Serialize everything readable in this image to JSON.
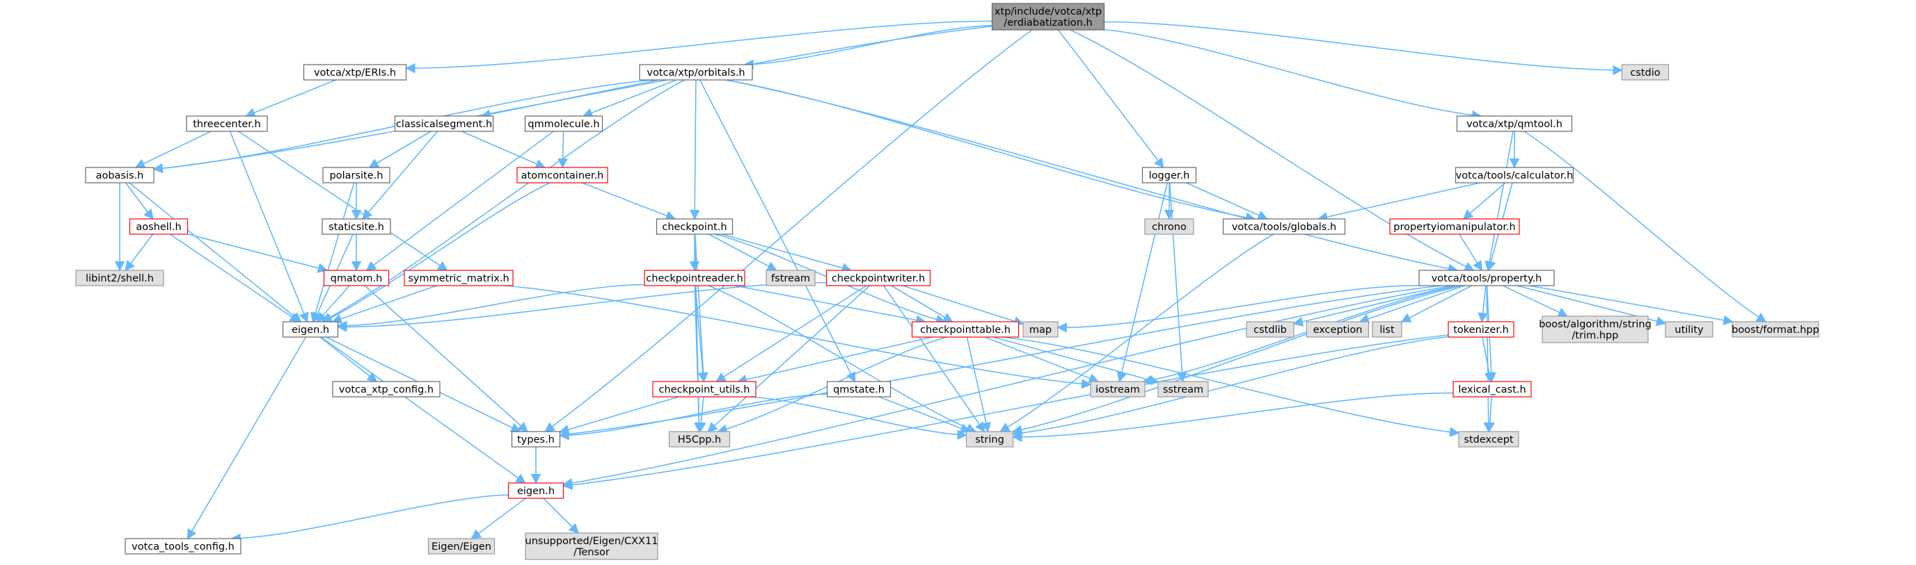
{
  "colors": {
    "edge": "#63b8ff",
    "root_fill": "#999999",
    "header_fill": "#ffffff",
    "header_border": "#666666",
    "truncated_border": "#ff0000",
    "system_fill": "#e0e0e0",
    "system_border": "#999999"
  },
  "nodes": [
    {
      "id": "root",
      "lines": [
        "xtp/include/votca/xtp",
        "/erdiabatization.h"
      ],
      "style": "root"
    },
    {
      "id": "eris",
      "lines": [
        "votca/xtp/ERIs.h"
      ],
      "style": "header"
    },
    {
      "id": "orbitals",
      "lines": [
        "votca/xtp/orbitals.h"
      ],
      "style": "header"
    },
    {
      "id": "cstdio",
      "lines": [
        "cstdio"
      ],
      "style": "system"
    },
    {
      "id": "qmtool",
      "lines": [
        "votca/xtp/qmtool.h"
      ],
      "style": "header"
    },
    {
      "id": "threecenter",
      "lines": [
        "threecenter.h"
      ],
      "style": "header"
    },
    {
      "id": "classicalsegment",
      "lines": [
        "classicalsegment.h"
      ],
      "style": "header"
    },
    {
      "id": "qmmolecule",
      "lines": [
        "qmmolecule.h"
      ],
      "style": "header"
    },
    {
      "id": "aobasis",
      "lines": [
        "aobasis.h"
      ],
      "style": "header"
    },
    {
      "id": "polarsite",
      "lines": [
        "polarsite.h"
      ],
      "style": "header"
    },
    {
      "id": "atomcontainer",
      "lines": [
        "atomcontainer.h"
      ],
      "style": "truncated"
    },
    {
      "id": "logger",
      "lines": [
        "logger.h"
      ],
      "style": "header"
    },
    {
      "id": "calculator",
      "lines": [
        "votca/tools/calculator.h"
      ],
      "style": "header"
    },
    {
      "id": "aoshell",
      "lines": [
        "aoshell.h"
      ],
      "style": "truncated"
    },
    {
      "id": "staticsite",
      "lines": [
        "staticsite.h"
      ],
      "style": "header"
    },
    {
      "id": "checkpoint",
      "lines": [
        "checkpoint.h"
      ],
      "style": "header"
    },
    {
      "id": "chrono",
      "lines": [
        "chrono"
      ],
      "style": "system"
    },
    {
      "id": "globals",
      "lines": [
        "votca/tools/globals.h"
      ],
      "style": "header"
    },
    {
      "id": "propertyiomanipulator",
      "lines": [
        "propertyiomanipulator.h"
      ],
      "style": "truncated"
    },
    {
      "id": "libint2shell",
      "lines": [
        "libint2/shell.h"
      ],
      "style": "system"
    },
    {
      "id": "qmatom",
      "lines": [
        "qmatom.h"
      ],
      "style": "truncated"
    },
    {
      "id": "symmetricmatrix",
      "lines": [
        "symmetric_matrix.h"
      ],
      "style": "truncated"
    },
    {
      "id": "checkpointreader",
      "lines": [
        "checkpointreader.h"
      ],
      "style": "truncated"
    },
    {
      "id": "fstream",
      "lines": [
        "fstream"
      ],
      "style": "system"
    },
    {
      "id": "checkpointwriter",
      "lines": [
        "checkpointwriter.h"
      ],
      "style": "truncated"
    },
    {
      "id": "property",
      "lines": [
        "votca/tools/property.h"
      ],
      "style": "header"
    },
    {
      "id": "eigenxtp",
      "lines": [
        "eigen.h"
      ],
      "style": "header"
    },
    {
      "id": "map",
      "lines": [
        "map"
      ],
      "style": "system"
    },
    {
      "id": "checkpointtable",
      "lines": [
        "checkpointtable.h"
      ],
      "style": "truncated"
    },
    {
      "id": "cstdlib",
      "lines": [
        "cstdlib"
      ],
      "style": "system"
    },
    {
      "id": "exception",
      "lines": [
        "exception"
      ],
      "style": "system"
    },
    {
      "id": "list",
      "lines": [
        "list"
      ],
      "style": "system"
    },
    {
      "id": "tokenizer",
      "lines": [
        "tokenizer.h"
      ],
      "style": "truncated"
    },
    {
      "id": "boosttrim",
      "lines": [
        "boost/algorithm/string",
        "/trim.hpp"
      ],
      "style": "system"
    },
    {
      "id": "utility",
      "lines": [
        "utility"
      ],
      "style": "system"
    },
    {
      "id": "boostformat",
      "lines": [
        "boost/format.hpp"
      ],
      "style": "system"
    },
    {
      "id": "xtpconfig",
      "lines": [
        "votca_xtp_config.h"
      ],
      "style": "header"
    },
    {
      "id": "checkpointutils",
      "lines": [
        "checkpoint_utils.h"
      ],
      "style": "truncated"
    },
    {
      "id": "qmstate",
      "lines": [
        "qmstate.h"
      ],
      "style": "header"
    },
    {
      "id": "iostream",
      "lines": [
        "iostream"
      ],
      "style": "system"
    },
    {
      "id": "sstream",
      "lines": [
        "sstream"
      ],
      "style": "system"
    },
    {
      "id": "lexicalcast",
      "lines": [
        "lexical_cast.h"
      ],
      "style": "truncated"
    },
    {
      "id": "types",
      "lines": [
        "types.h"
      ],
      "style": "header"
    },
    {
      "id": "h5cpp",
      "lines": [
        "H5Cpp.h"
      ],
      "style": "system"
    },
    {
      "id": "string",
      "lines": [
        "string"
      ],
      "style": "system"
    },
    {
      "id": "stdexcept",
      "lines": [
        "stdexcept"
      ],
      "style": "system"
    },
    {
      "id": "eigentools",
      "lines": [
        "eigen.h"
      ],
      "style": "truncated"
    },
    {
      "id": "toolsconfig",
      "lines": [
        "votca_tools_config.h"
      ],
      "style": "header"
    },
    {
      "id": "eigeneigen",
      "lines": [
        "Eigen/Eigen"
      ],
      "style": "system"
    },
    {
      "id": "eigentensor",
      "lines": [
        "unsupported/Eigen/CXX11",
        "/Tensor"
      ],
      "style": "system"
    }
  ],
  "edges": [
    [
      "root",
      "eris"
    ],
    [
      "root",
      "orbitals"
    ],
    [
      "root",
      "cstdio"
    ],
    [
      "root",
      "qmtool"
    ],
    [
      "root",
      "logger"
    ],
    [
      "root",
      "aobasis"
    ],
    [
      "root",
      "types"
    ],
    [
      "root",
      "property"
    ],
    [
      "eris",
      "threecenter"
    ],
    [
      "threecenter",
      "aobasis"
    ],
    [
      "threecenter",
      "eigenxtp"
    ],
    [
      "threecenter",
      "symmetricmatrix"
    ],
    [
      "orbitals",
      "classicalsegment"
    ],
    [
      "orbitals",
      "qmmolecule"
    ],
    [
      "orbitals",
      "aobasis"
    ],
    [
      "orbitals",
      "checkpoint"
    ],
    [
      "orbitals",
      "eigenxtp"
    ],
    [
      "orbitals",
      "qmstate"
    ],
    [
      "orbitals",
      "globals"
    ],
    [
      "orbitals",
      "property"
    ],
    [
      "classicalsegment",
      "polarsite"
    ],
    [
      "classicalsegment",
      "atomcontainer"
    ],
    [
      "classicalsegment",
      "staticsite"
    ],
    [
      "qmmolecule",
      "atomcontainer"
    ],
    [
      "qmmolecule",
      "qmatom"
    ],
    [
      "aobasis",
      "aoshell"
    ],
    [
      "aobasis",
      "libint2shell"
    ],
    [
      "aobasis",
      "eigenxtp"
    ],
    [
      "aoshell",
      "libint2shell"
    ],
    [
      "aoshell",
      "qmatom"
    ],
    [
      "aoshell",
      "eigenxtp"
    ],
    [
      "polarsite",
      "staticsite"
    ],
    [
      "polarsite",
      "eigenxtp"
    ],
    [
      "staticsite",
      "qmatom"
    ],
    [
      "staticsite",
      "eigenxtp"
    ],
    [
      "atomcontainer",
      "checkpoint"
    ],
    [
      "atomcontainer",
      "eigenxtp"
    ],
    [
      "qmatom",
      "eigenxtp"
    ],
    [
      "qmatom",
      "types"
    ],
    [
      "symmetricmatrix",
      "eigenxtp"
    ],
    [
      "symmetricmatrix",
      "iostream"
    ],
    [
      "checkpoint",
      "checkpointreader"
    ],
    [
      "checkpoint",
      "fstream"
    ],
    [
      "checkpoint",
      "checkpointwriter"
    ],
    [
      "checkpoint",
      "checkpointtable"
    ],
    [
      "checkpoint",
      "checkpointutils"
    ],
    [
      "checkpoint",
      "h5cpp"
    ],
    [
      "checkpointreader",
      "eigenxtp"
    ],
    [
      "checkpointreader",
      "checkpointtable"
    ],
    [
      "checkpointreader",
      "checkpointutils"
    ],
    [
      "checkpointreader",
      "h5cpp"
    ],
    [
      "checkpointreader",
      "string"
    ],
    [
      "checkpointwriter",
      "map"
    ],
    [
      "checkpointwriter",
      "checkpointtable"
    ],
    [
      "checkpointwriter",
      "checkpointutils"
    ],
    [
      "checkpointwriter",
      "h5cpp"
    ],
    [
      "checkpointwriter",
      "string"
    ],
    [
      "checkpointwriter",
      "eigenxtp"
    ],
    [
      "checkpointtable",
      "checkpointutils"
    ],
    [
      "checkpointtable",
      "iostream"
    ],
    [
      "checkpointtable",
      "sstream"
    ],
    [
      "checkpointtable",
      "h5cpp"
    ],
    [
      "checkpointtable",
      "string"
    ],
    [
      "checkpointtable",
      "stdexcept"
    ],
    [
      "checkpointutils",
      "h5cpp"
    ],
    [
      "checkpointutils",
      "string"
    ],
    [
      "checkpointutils",
      "types"
    ],
    [
      "qmstate",
      "string"
    ],
    [
      "qmstate",
      "types"
    ],
    [
      "eigenxtp",
      "xtpconfig"
    ],
    [
      "eigenxtp",
      "types"
    ],
    [
      "eigenxtp",
      "eigentools"
    ],
    [
      "eigenxtp",
      "toolsconfig"
    ],
    [
      "types",
      "eigentools"
    ],
    [
      "eigentools",
      "toolsconfig"
    ],
    [
      "eigentools",
      "eigeneigen"
    ],
    [
      "eigentools",
      "eigentensor"
    ],
    [
      "logger",
      "chrono"
    ],
    [
      "logger",
      "globals"
    ],
    [
      "logger",
      "iostream"
    ],
    [
      "logger",
      "sstream"
    ],
    [
      "qmtool",
      "calculator"
    ],
    [
      "qmtool",
      "property"
    ],
    [
      "qmtool",
      "boostformat"
    ],
    [
      "calculator",
      "globals"
    ],
    [
      "calculator",
      "propertyiomanipulator"
    ],
    [
      "calculator",
      "property"
    ],
    [
      "propertyiomanipulator",
      "property"
    ],
    [
      "globals",
      "string"
    ],
    [
      "property",
      "map"
    ],
    [
      "property",
      "cstdlib"
    ],
    [
      "property",
      "exception"
    ],
    [
      "property",
      "list"
    ],
    [
      "property",
      "tokenizer"
    ],
    [
      "property",
      "boosttrim"
    ],
    [
      "property",
      "utility"
    ],
    [
      "property",
      "boostformat"
    ],
    [
      "property",
      "iostream"
    ],
    [
      "property",
      "lexicalcast"
    ],
    [
      "property",
      "string"
    ],
    [
      "property",
      "stdexcept"
    ],
    [
      "property",
      "types"
    ],
    [
      "property",
      "eigentools"
    ],
    [
      "tokenizer",
      "lexicalcast"
    ],
    [
      "tokenizer",
      "string"
    ],
    [
      "tokenizer",
      "eigentools"
    ],
    [
      "lexicalcast",
      "string"
    ],
    [
      "lexicalcast",
      "stdexcept"
    ]
  ]
}
